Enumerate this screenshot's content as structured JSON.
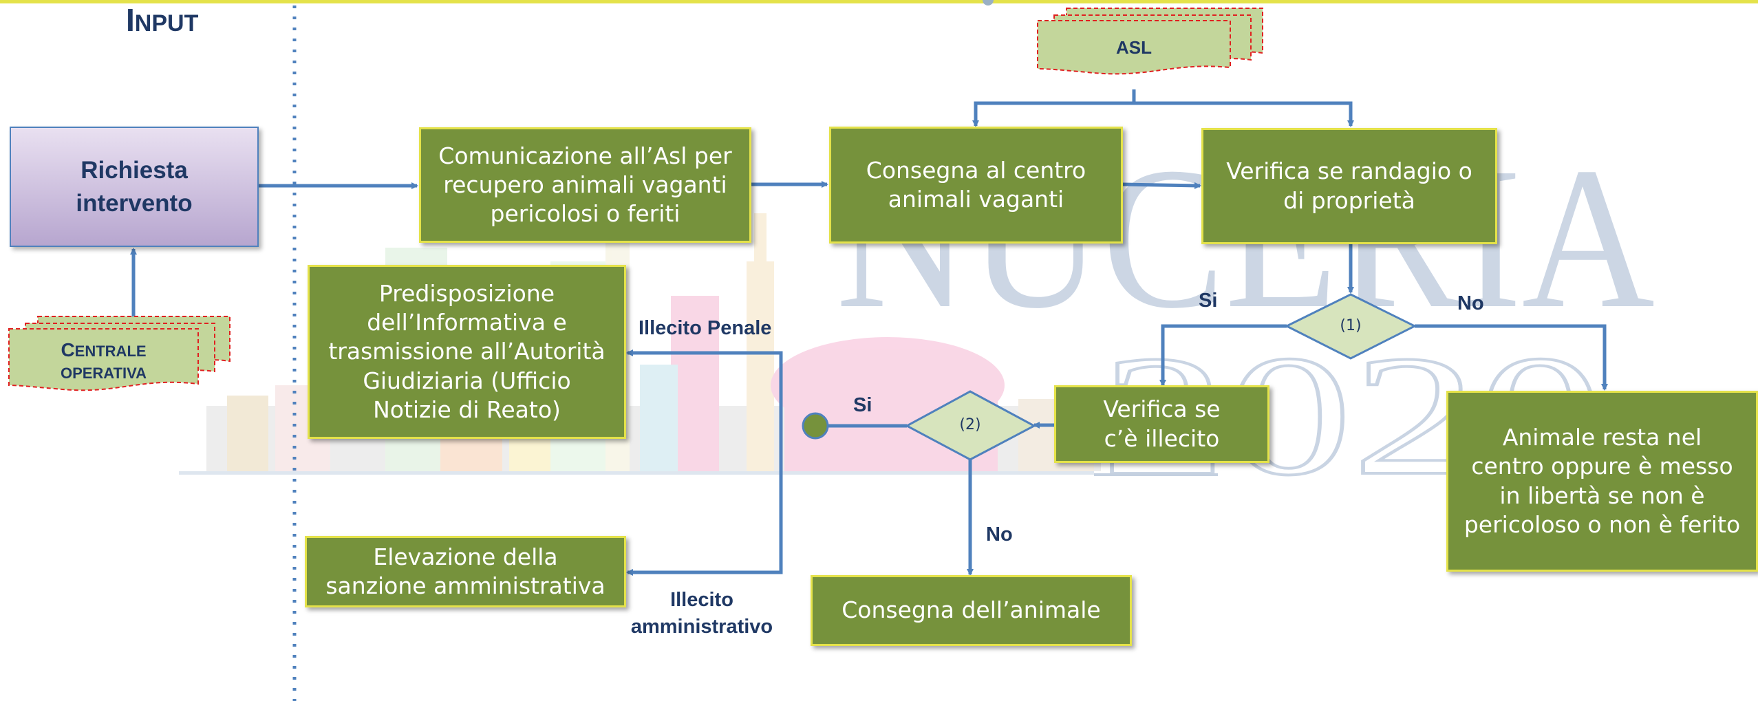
{
  "header": {
    "input_first": "I",
    "input_rest": "NPUT"
  },
  "watermark": {
    "line1": "NUCERIA",
    "line2": "2020"
  },
  "docs": {
    "asl": "ASL",
    "centrale_line1_first": "C",
    "centrale_line1_rest": "ENTRALE",
    "centrale_line2": "OPERATIVA"
  },
  "nodes": {
    "richiesta": "Richiesta intervento",
    "comunicazione": "Comunicazione all’Asl per recupero animali vaganti pericolosi o feriti",
    "consegna_centro": "Consegna al centro animali vaganti",
    "verifica_randagio": "Verifica se randagio o di proprietà",
    "animale_resta": "Animale resta nel centro oppure è messo in libertà se non è pericoloso  o non è ferito",
    "verifica_illecito": "Verifica se c’è illecito",
    "predisposizione": "Predisposizione dell’Informativa e trasmissione all’Autorità Giudiziaria (Ufficio Notizie di Reato)",
    "elevazione": "Elevazione della sanzione amministrativa",
    "consegna_animale": "Consegna dell’animale"
  },
  "decisions": {
    "d1": "(1)",
    "d2": "(2)"
  },
  "edge_labels": {
    "si1": "Si",
    "no1": "No",
    "si2": "Si",
    "no2": "No",
    "illecito_penale": "Illecito Penale",
    "illecito_amm_line1": "Illecito",
    "illecito_amm_line2": "amministrativo"
  },
  "colors": {
    "box_fill": "#76923c",
    "box_border": "#e4e24a",
    "diamond_fill": "#d7e4bd",
    "arrow": "#4f81bd",
    "label_text": "#1f3864",
    "doc_fill": "#c3d69b",
    "doc_border": "#e02020"
  }
}
